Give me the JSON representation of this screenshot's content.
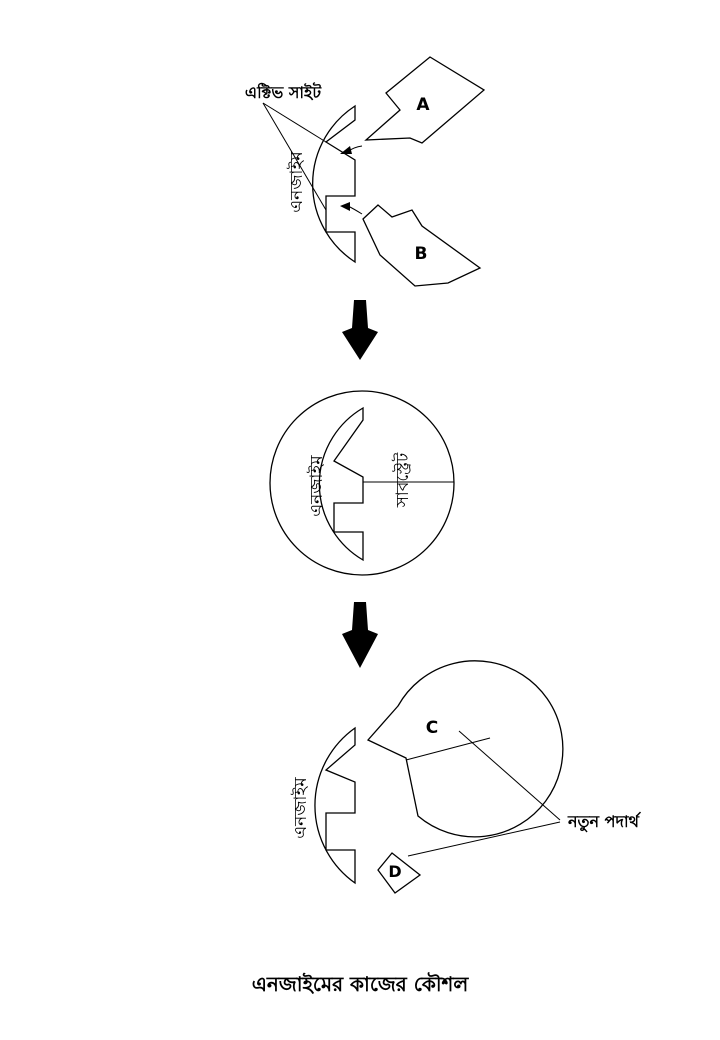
{
  "labels": {
    "active_site": "এক্টিভ সাইট",
    "enzyme": "এনজাইম",
    "substrate": "সাবস্ট্রেট",
    "new_substance": "নতুন পদার্থ",
    "A": "A",
    "B": "B",
    "C": "C",
    "D": "D"
  },
  "caption": "এনজাইমের কাজের কৌশল"
}
